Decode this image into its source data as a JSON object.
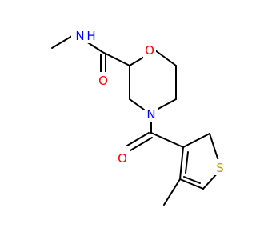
{
  "atoms": {
    "n_amide": {
      "text": "N",
      "h_text": "H",
      "color": "#0000ff"
    },
    "o_amide": {
      "text": "O",
      "color": "#ff0000"
    },
    "o_ring": {
      "text": "O",
      "color": "#ff0000"
    },
    "n_ring": {
      "text": "N",
      "color": "#0000ff"
    },
    "o_carbonyl": {
      "text": "O",
      "color": "#ff0000"
    },
    "s_thiophene": {
      "text": "S",
      "color": "#b8a000"
    }
  },
  "colors": {
    "bond": "#000000",
    "background": "#ffffff"
  }
}
